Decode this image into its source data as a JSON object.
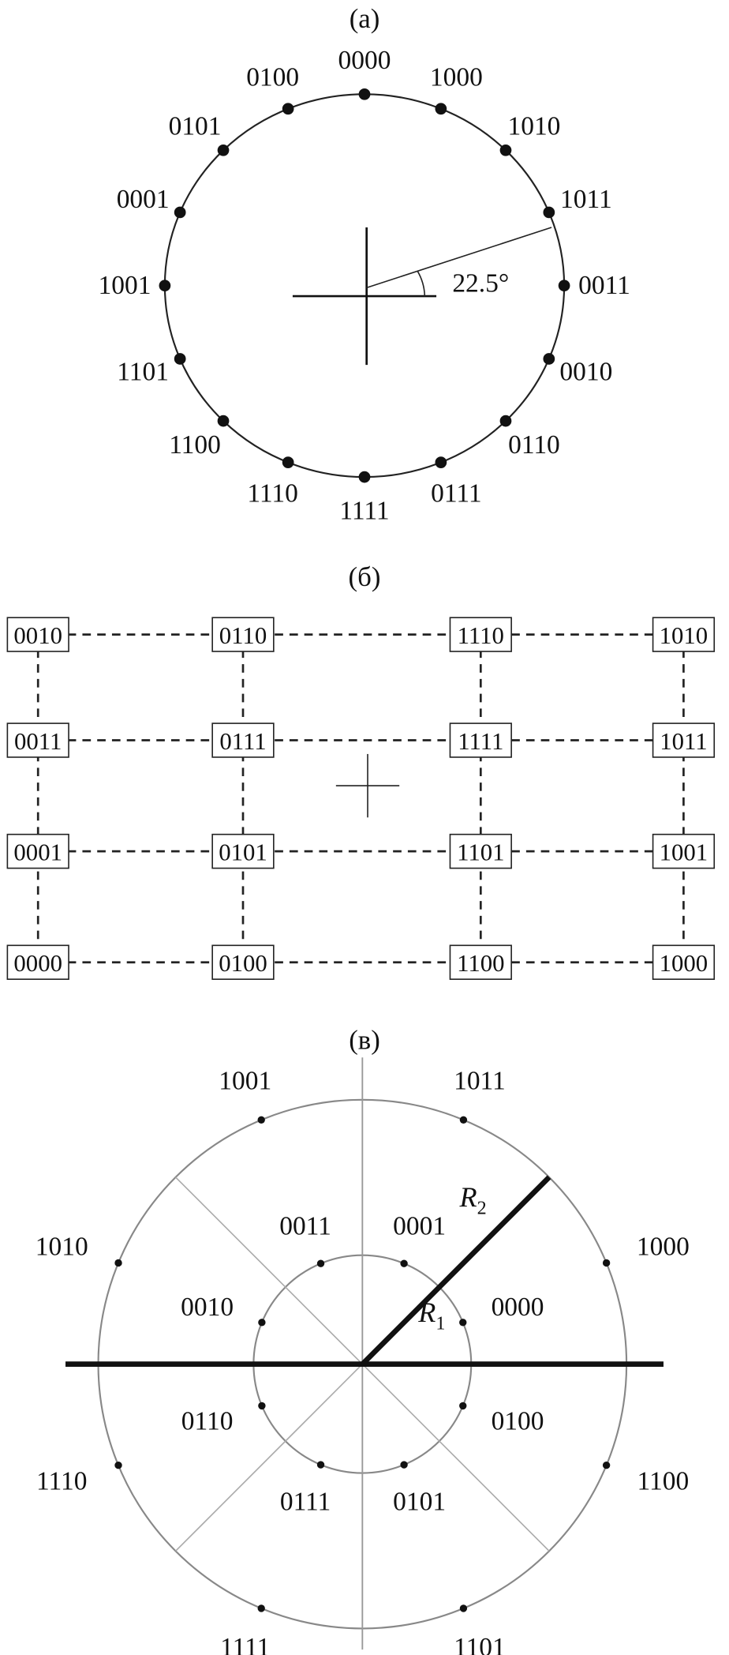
{
  "panel_a": {
    "title": "(а)",
    "angle_label": "22.5°",
    "points": [
      {
        "code": "0000",
        "angle": 90
      },
      {
        "code": "1000",
        "angle": 67.5
      },
      {
        "code": "1010",
        "angle": 45
      },
      {
        "code": "1011",
        "angle": 22.5
      },
      {
        "code": "0011",
        "angle": 0
      },
      {
        "code": "0010",
        "angle": -22.5
      },
      {
        "code": "0110",
        "angle": -45
      },
      {
        "code": "0111",
        "angle": -67.5
      },
      {
        "code": "1111",
        "angle": -90
      },
      {
        "code": "1110",
        "angle": -112.5
      },
      {
        "code": "1100",
        "angle": -135
      },
      {
        "code": "1101",
        "angle": -157.5
      },
      {
        "code": "1001",
        "angle": 180
      },
      {
        "code": "0001",
        "angle": 157.5
      },
      {
        "code": "0101",
        "angle": 135
      },
      {
        "code": "0100",
        "angle": 112.5
      }
    ]
  },
  "panel_b": {
    "title": "(б)",
    "grid": [
      [
        "0010",
        "0110",
        "1110",
        "1010"
      ],
      [
        "0011",
        "0111",
        "1111",
        "1011"
      ],
      [
        "0001",
        "0101",
        "1101",
        "1001"
      ],
      [
        "0000",
        "0100",
        "1100",
        "1000"
      ]
    ]
  },
  "panel_c": {
    "title": "(в)",
    "r1_label": "R",
    "r1_sub": "1",
    "r2_label": "R",
    "r2_sub": "2",
    "outer": [
      {
        "code": "1011",
        "angle": 67.5
      },
      {
        "code": "1000",
        "angle": 22.5
      },
      {
        "code": "1100",
        "angle": -22.5
      },
      {
        "code": "1101",
        "angle": -67.5
      },
      {
        "code": "1111",
        "angle": -112.5
      },
      {
        "code": "1110",
        "angle": -157.5
      },
      {
        "code": "1010",
        "angle": 157.5
      },
      {
        "code": "1001",
        "angle": 112.5
      }
    ],
    "inner": [
      {
        "code": "0001",
        "angle": 67.5
      },
      {
        "code": "0000",
        "angle": 22.5
      },
      {
        "code": "0100",
        "angle": -22.5
      },
      {
        "code": "0101",
        "angle": -67.5
      },
      {
        "code": "0111",
        "angle": -112.5
      },
      {
        "code": "0110",
        "angle": -157.5
      },
      {
        "code": "0010",
        "angle": 157.5
      },
      {
        "code": "0011",
        "angle": 112.5
      }
    ]
  }
}
